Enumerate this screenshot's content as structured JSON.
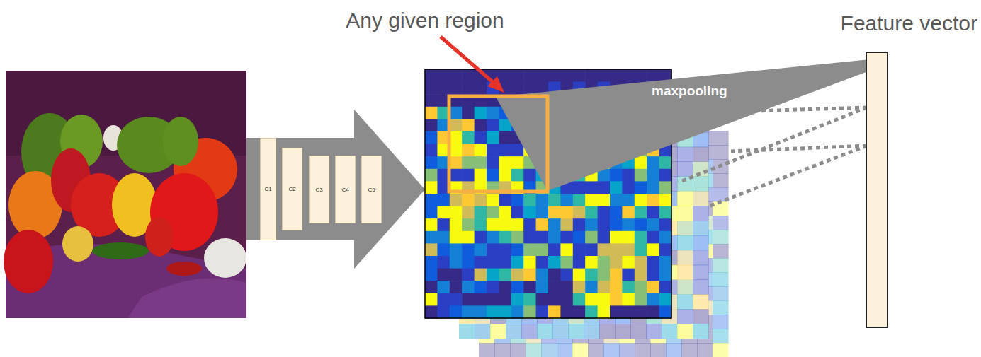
{
  "diagram": {
    "nodes": [
      {
        "text": [
          "C1"
        ]
      },
      {
        "text": [
          "C2"
        ]
      },
      {
        "text": [
          "C3"
        ]
      },
      {
        "text": [
          "C4"
        ]
      },
      {
        "text": [
          "C5"
        ]
      },
      {
        "text": [
          "Feature vector"
        ]
      }
    ],
    "labels": [
      "Any given region",
      "maxpooling"
    ]
  }
}
